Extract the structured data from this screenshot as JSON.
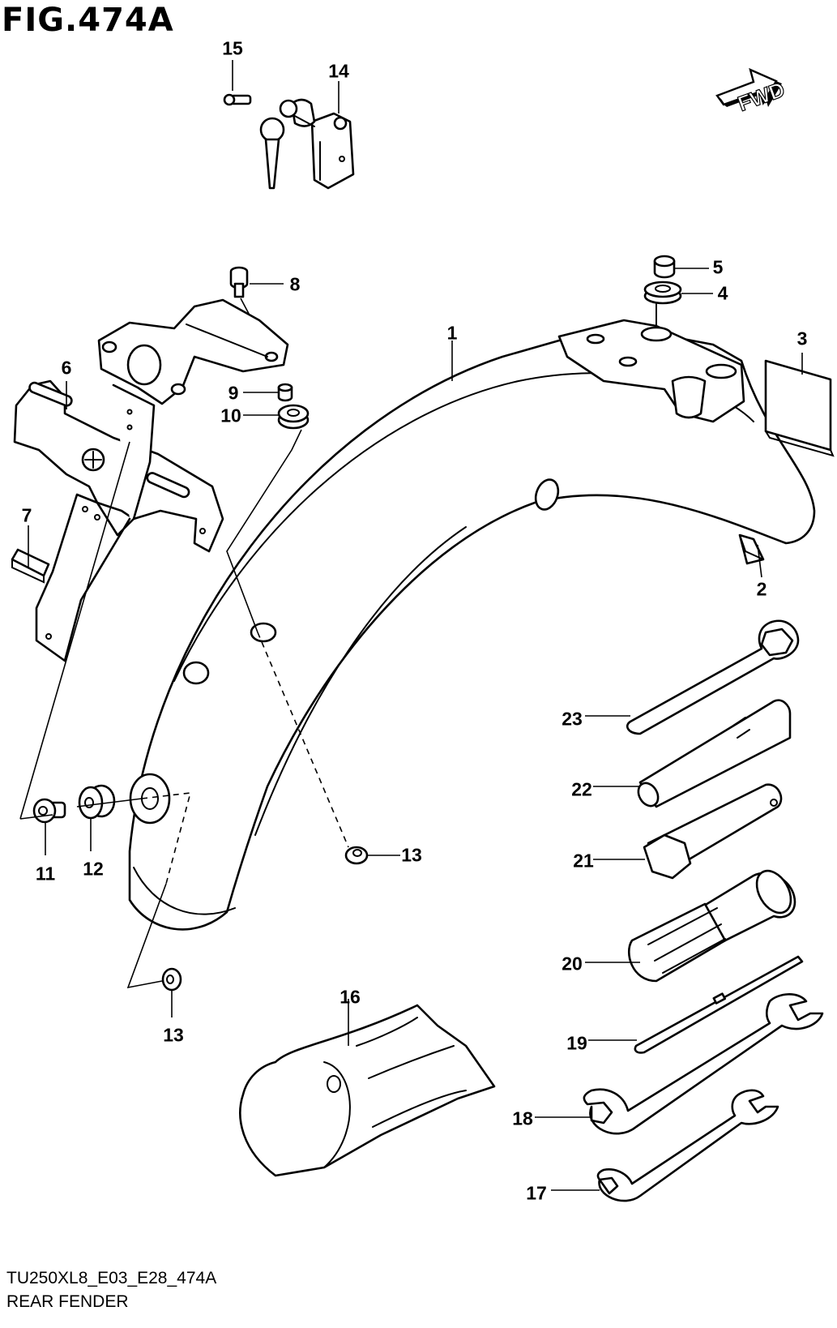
{
  "figure": {
    "title": "FIG.474A",
    "code": "TU250XL8_E03_E28_474A",
    "caption": "REAR FENDER",
    "direction_marker": "FWD"
  },
  "callouts": [
    {
      "id": "c1",
      "text": "1"
    },
    {
      "id": "c2",
      "text": "2"
    },
    {
      "id": "c3",
      "text": "3"
    },
    {
      "id": "c4",
      "text": "4"
    },
    {
      "id": "c5",
      "text": "5"
    },
    {
      "id": "c6",
      "text": "6"
    },
    {
      "id": "c7",
      "text": "7"
    },
    {
      "id": "c8",
      "text": "8"
    },
    {
      "id": "c9",
      "text": "9"
    },
    {
      "id": "c10",
      "text": "10"
    },
    {
      "id": "c11",
      "text": "11"
    },
    {
      "id": "c12",
      "text": "12"
    },
    {
      "id": "c13a",
      "text": "13"
    },
    {
      "id": "c13b",
      "text": "13"
    },
    {
      "id": "c14",
      "text": "14"
    },
    {
      "id": "c15",
      "text": "15"
    },
    {
      "id": "c16",
      "text": "16"
    },
    {
      "id": "c17",
      "text": "17"
    },
    {
      "id": "c18",
      "text": "18"
    },
    {
      "id": "c19",
      "text": "19"
    },
    {
      "id": "c20",
      "text": "20"
    },
    {
      "id": "c21",
      "text": "21"
    },
    {
      "id": "c22",
      "text": "22"
    },
    {
      "id": "c23",
      "text": "23"
    }
  ]
}
